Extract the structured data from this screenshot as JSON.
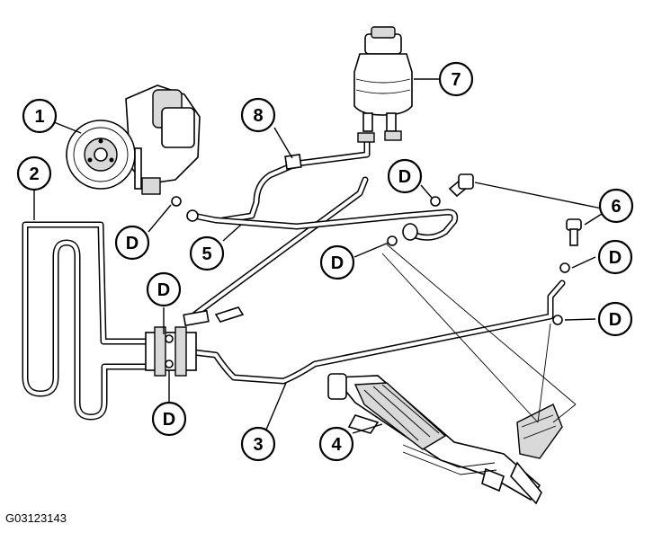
{
  "figure": {
    "id_label": "G03123143"
  },
  "callouts": {
    "c1": "1",
    "c2": "2",
    "c3": "3",
    "c4": "4",
    "c5": "5",
    "c6": "6",
    "c7": "7",
    "c8": "8",
    "d": "D"
  },
  "colors": {
    "ink": "#000000",
    "pipe_fill": "#ffffff",
    "part_shade": "#d9d9d9"
  }
}
